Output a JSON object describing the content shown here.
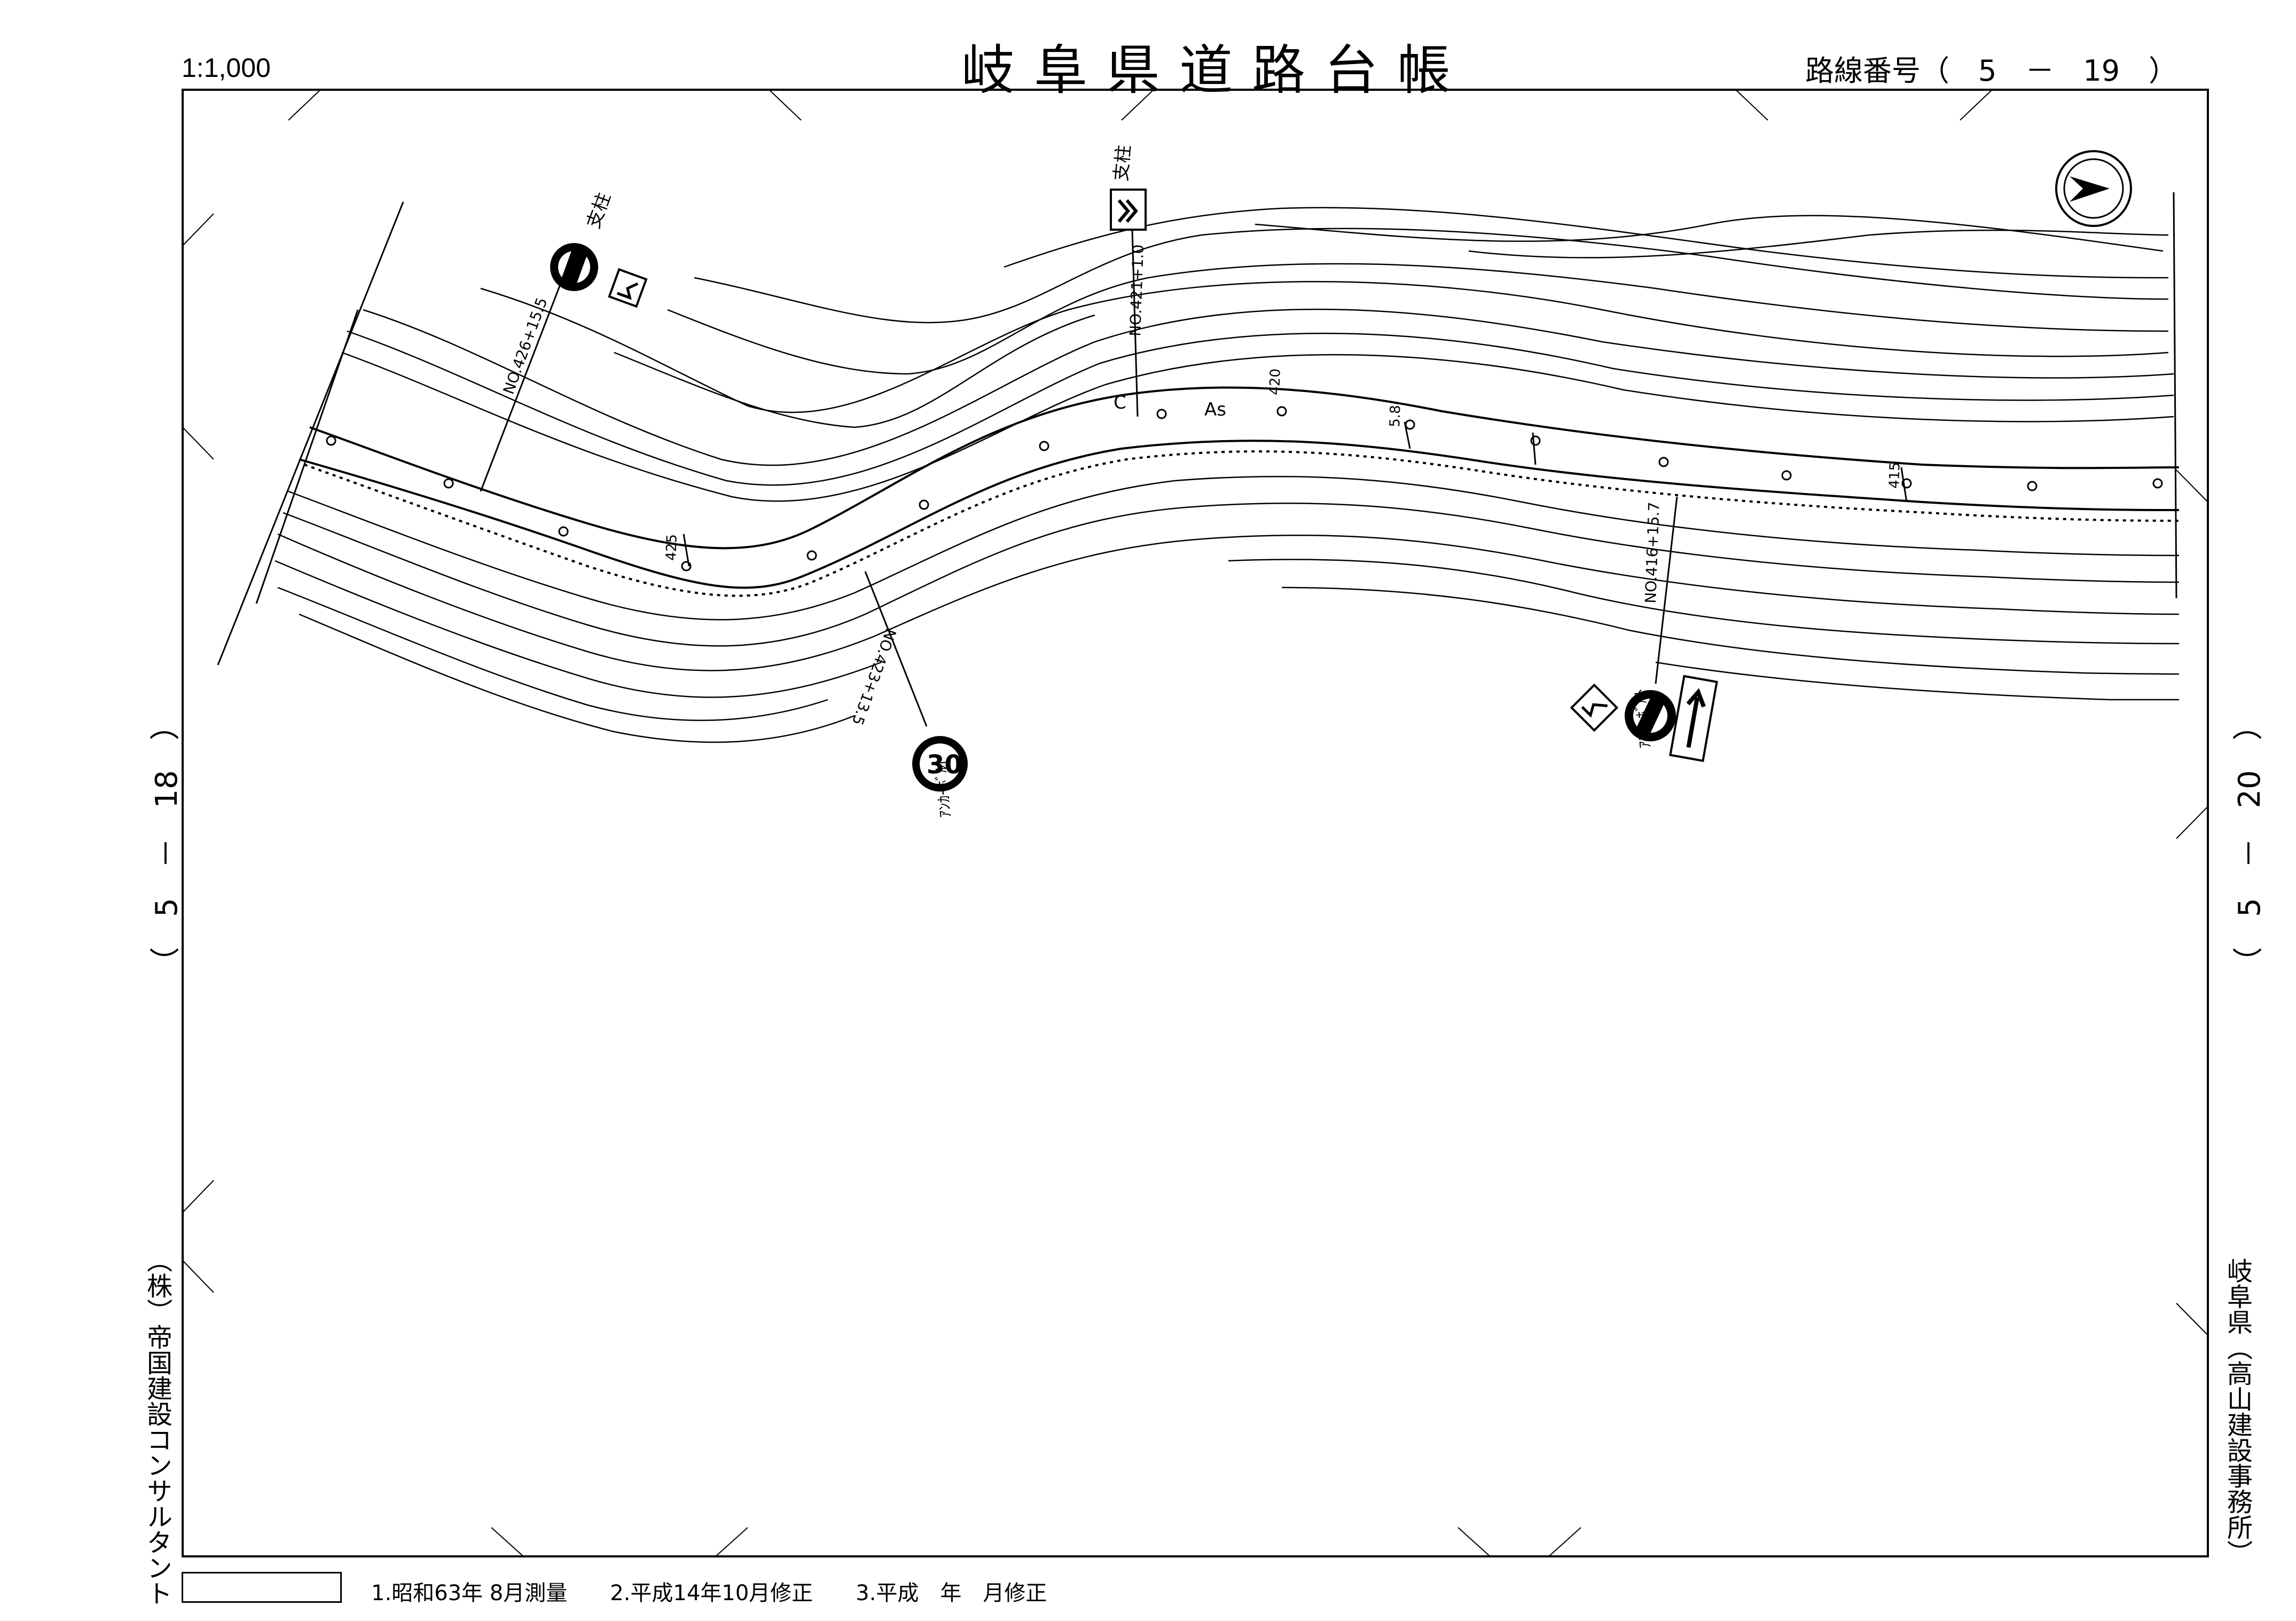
{
  "header": {
    "scale": "1:1,000",
    "title": "岐阜県道路台帳",
    "route_label": "路線番号（　5　－　19　）"
  },
  "margins": {
    "left_ref": "（　5　－　18　）",
    "right_ref": "（　5　－　20　）",
    "consultant": "（株）帝国建設コンサルタント",
    "office": "岐阜県（高山建設事務所）"
  },
  "footer": {
    "notes": "1.昭和63年 8月測量　　2.平成14年10月修正　　3.平成　年　月修正"
  },
  "map_labels": {
    "post1": "支柱",
    "post2": "支柱",
    "sta1": "NO.426+15.5",
    "sta2": "NO.421+1.0",
    "sta3": "NO.423+13.5",
    "sta4": "NO.416+15.7",
    "anchor1": "ｱﾝｶｰﾎﾞﾙﾄ",
    "anchor2": "ｱﾝｶｰﾎﾞﾙﾄ",
    "speed": "30",
    "pave": "As",
    "c_mark": "C",
    "elev_420": "420",
    "elev_425": "425",
    "elev_415": "415",
    "width_58": "5.8"
  },
  "map_meta": {
    "line_color": "#000000",
    "icons": [
      "north-arrow-icon",
      "no-entry-sign-icon",
      "winding-road-sign-icon",
      "chevron-sign-icon",
      "speed-limit-sign-icon",
      "one-way-arrow-sign-icon",
      "no-overtaking-sign-icon"
    ]
  }
}
